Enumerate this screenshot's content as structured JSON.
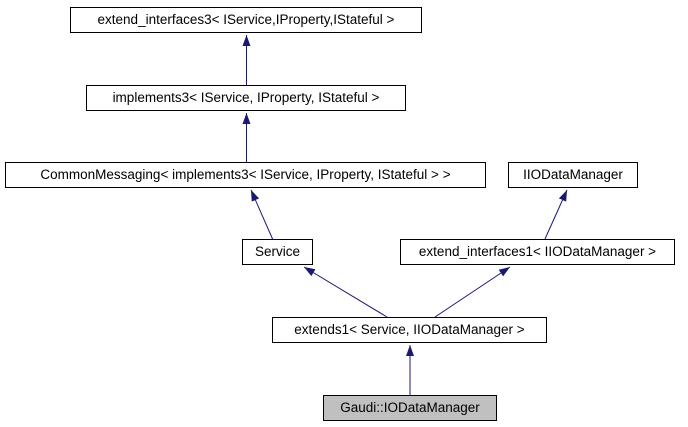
{
  "diagram": {
    "type": "inheritance-graph",
    "nodes": [
      {
        "id": "extend_interfaces3",
        "label": "extend_interfaces3< IService,IProperty,IStateful >",
        "highlighted": false
      },
      {
        "id": "implements3",
        "label": "implements3< IService, IProperty, IStateful >",
        "highlighted": false
      },
      {
        "id": "common_messaging",
        "label": "CommonMessaging< implements3< IService, IProperty, IStateful > >",
        "highlighted": false
      },
      {
        "id": "service",
        "label": "Service",
        "highlighted": false
      },
      {
        "id": "iiodatamanager",
        "label": "IIODataManager",
        "highlighted": false
      },
      {
        "id": "extend_interfaces1",
        "label": "extend_interfaces1< IIODataManager >",
        "highlighted": false
      },
      {
        "id": "extends1",
        "label": "extends1< Service, IIODataManager >",
        "highlighted": false
      },
      {
        "id": "gaudi_iodatamanager",
        "label": "Gaudi::IODataManager",
        "highlighted": true
      }
    ],
    "edges": [
      {
        "from": "implements3",
        "to": "extend_interfaces3"
      },
      {
        "from": "common_messaging",
        "to": "implements3"
      },
      {
        "from": "service",
        "to": "common_messaging"
      },
      {
        "from": "extends1",
        "to": "service"
      },
      {
        "from": "extends1",
        "to": "extend_interfaces1"
      },
      {
        "from": "extend_interfaces1",
        "to": "iiodatamanager"
      },
      {
        "from": "gaudi_iodatamanager",
        "to": "extends1"
      }
    ],
    "colors": {
      "arrow": "#191970",
      "node_border": "#000000",
      "node_fill": "#ffffff",
      "highlight_fill": "#c0c0c0",
      "text": "#000000",
      "background": "#ffffff"
    }
  }
}
